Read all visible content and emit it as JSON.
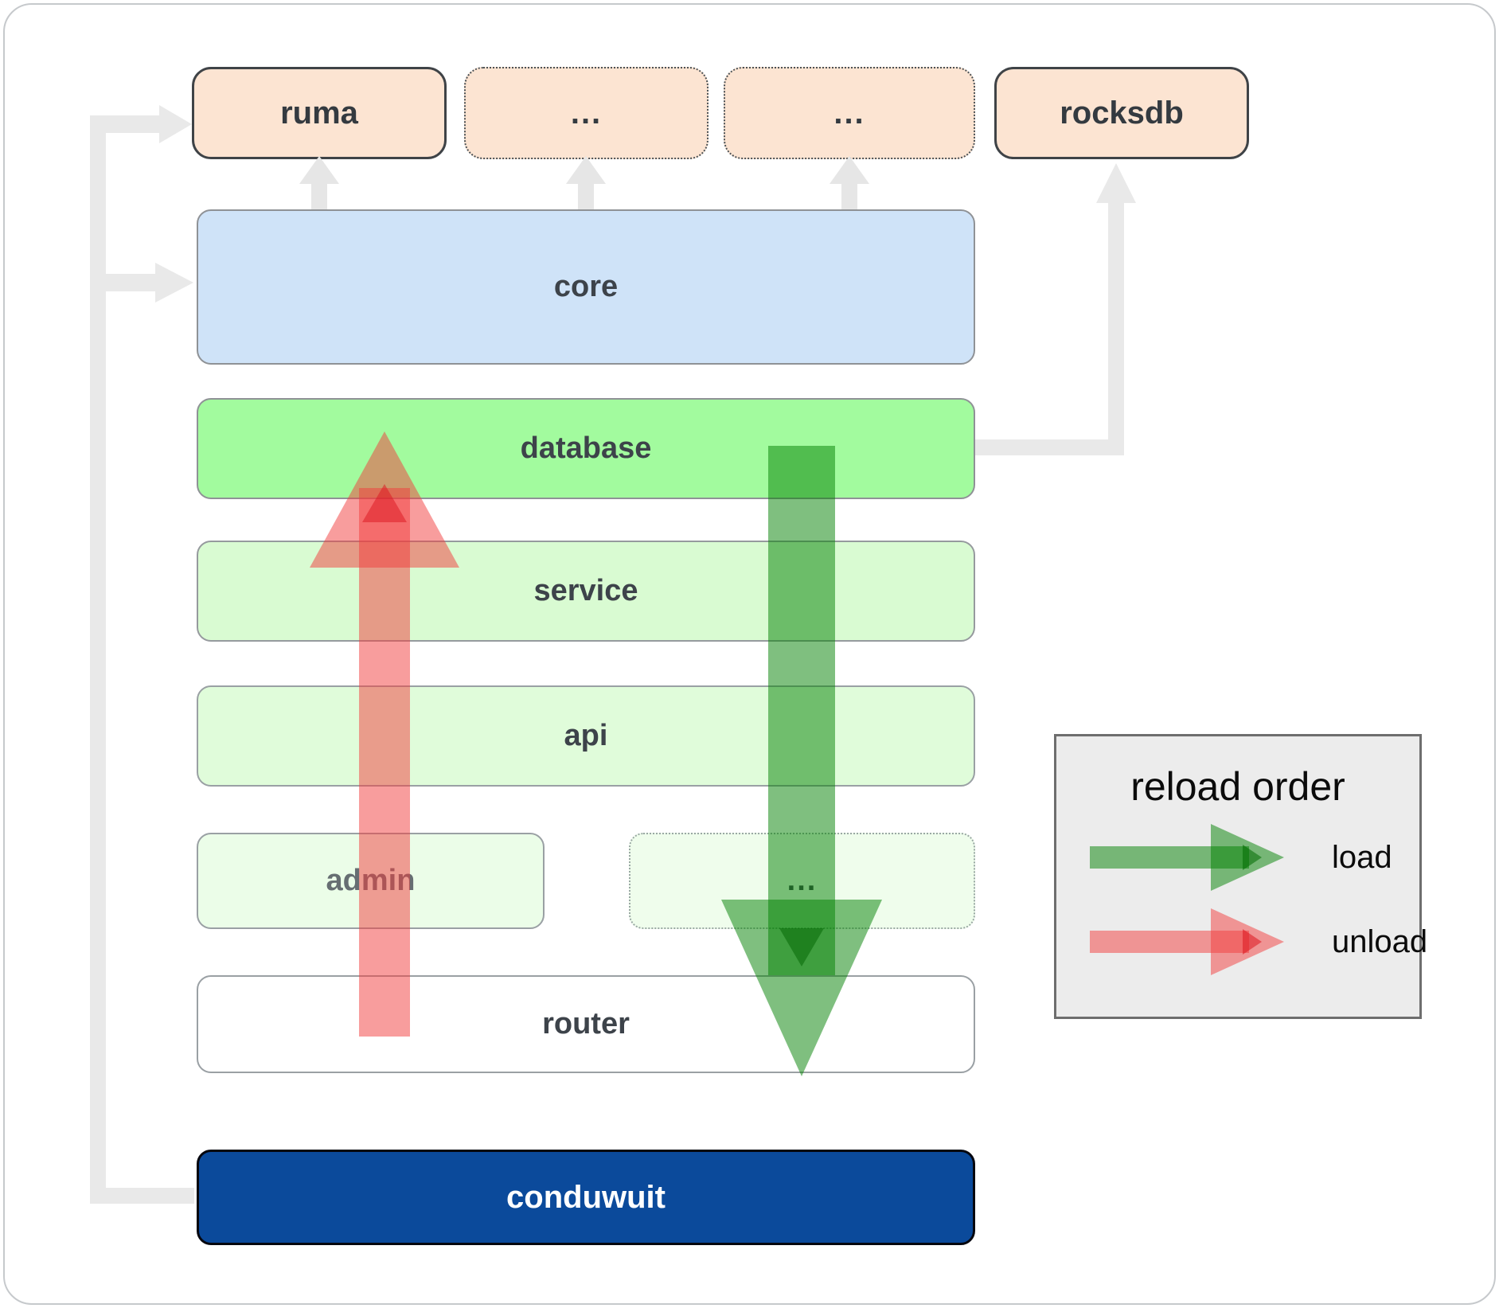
{
  "boxes": {
    "ruma": "ruma",
    "ellipsis_top_1": "...",
    "ellipsis_top_2": "...",
    "rocksdb": "rocksdb",
    "core": "core",
    "database": "database",
    "service": "service",
    "api": "api",
    "admin": "admin",
    "ellipsis_mid": "...",
    "router": "router",
    "conduwuit": "conduwuit"
  },
  "legend": {
    "title": "reload order",
    "items": [
      {
        "label": "load",
        "color": "#008000"
      },
      {
        "label": "unload",
        "color": "#f13c3c"
      }
    ]
  },
  "colors": {
    "peach_box": "#fce4d2",
    "blue_box": "#cfe3f8",
    "green_box": "#a2fb9e",
    "green_light_box": "#d9fbd2",
    "green_lighter_box": "#e0fcda",
    "green_faint_box": "#ebfde8",
    "navy_box": "#0b4a9b",
    "load_arrow_green": "#008000",
    "unload_arrow_red": "#f13c3c",
    "connector_gray": "#e9e9e9",
    "legend_bg": "#ececec"
  }
}
